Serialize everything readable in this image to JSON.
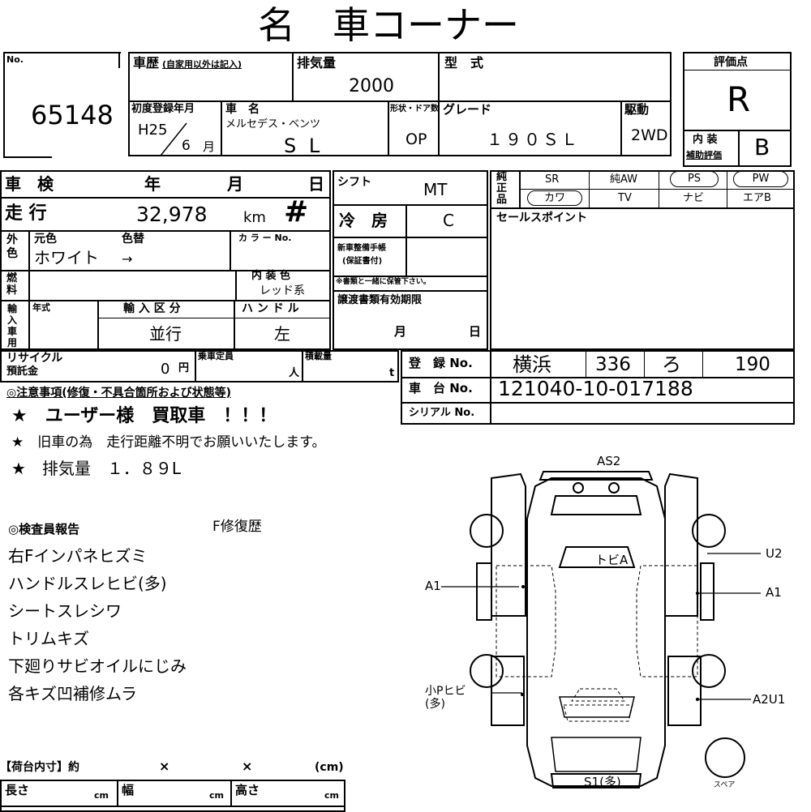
{
  "title": "名　車コーナー",
  "lot": {
    "label": "No.",
    "number": "65148"
  },
  "history": {
    "label": "車歴",
    "note": "(自家用以外は記入)"
  },
  "displacement": {
    "label": "排気量",
    "value": "2000"
  },
  "model": {
    "label": "型　式",
    "value": ""
  },
  "score": {
    "label": "評価点",
    "value": "R",
    "interior_label_1": "内 装",
    "interior_label_2": "補助評価",
    "interior_value": "B"
  },
  "first_reg": {
    "label": "初度登録年月",
    "era_year": "H25",
    "month": "6",
    "month_unit": "月"
  },
  "car_name": {
    "label": "車　名",
    "maker": "メルセデス・ベンツ",
    "name": "S L"
  },
  "doors": {
    "label": "形状・ドア数",
    "value": "OP"
  },
  "grade": {
    "label": "グレード",
    "value": "１９０ＳＬ"
  },
  "drive": {
    "label": "駆動",
    "value": "2WD"
  },
  "inspection": {
    "label": "車　検",
    "year": "年",
    "month": "月",
    "day": "日"
  },
  "shift": {
    "label": "シフト",
    "value": "MT"
  },
  "equipment": {
    "label": "純正品",
    "items": [
      "SR",
      "純AW",
      "PS",
      "PW",
      "カワ",
      "TV",
      "ナビ",
      "エアB"
    ]
  },
  "mileage": {
    "label": "走 行",
    "value": "32,978",
    "unit": "km",
    "mark": "#"
  },
  "aircon": {
    "label": "冷　房",
    "value": "C"
  },
  "sales_point": {
    "label": "セールスポイント"
  },
  "color": {
    "side_label": "外色",
    "orig_label": "元色",
    "change_label": "色替",
    "color_no_label": "カ ラ ー No.",
    "value": "ホワイト",
    "arrow": "→"
  },
  "service_book": {
    "label_1": "新車整備手帳",
    "label_2": "(保証書付)",
    "note": "※書類と一緒に保管下さい。"
  },
  "fuel": {
    "label": "燃料",
    "interior_label": "内 装 色",
    "interior_value": "レッド系"
  },
  "transfer": {
    "label": "譲渡書類有効期限",
    "month": "月",
    "day": "日"
  },
  "import": {
    "label": "輸入車用",
    "year_label": "年式",
    "kind_label": "輸 入 区 分",
    "kind_value": "並行",
    "handle_label": "ハ ン ド ル",
    "handle_value": "左"
  },
  "recycle": {
    "label_1": "リサイクル",
    "label_2": "預託金",
    "value": "0",
    "unit": "円"
  },
  "capacity": {
    "label": "乗車定員",
    "unit": "人"
  },
  "load": {
    "label": "積載量",
    "unit": "t"
  },
  "registration": {
    "label": "登　録 No.",
    "area": "横浜",
    "class": "336",
    "kana": "ろ",
    "number": "190"
  },
  "chassis": {
    "label": "車　台 No.",
    "value": "121040-10-017188"
  },
  "serial": {
    "label": "シリアル No.",
    "value": ""
  },
  "notes": {
    "label": "◎注意事項(修復・不具合箇所および状態等)",
    "lines": [
      "★　ユーザー様　買取車　！！！",
      "★　旧車の為　走行距離不明でお願いいたします。",
      "★　排気量　１．８９L"
    ]
  },
  "report": {
    "label": "◎検査員報告",
    "repair_history": "F修復歴",
    "lines": [
      "右Fインパネヒズミ",
      "ハンドルスレヒビ(多)",
      "シートスレシワ",
      "トリムキズ",
      "下廻りサビオイルにじみ",
      "各キズ凹補修ムラ"
    ]
  },
  "cargo": {
    "label": "【荷台内寸】約",
    "x1": "×",
    "x2": "×",
    "unit": "(cm)",
    "length_label": "長さ",
    "width_label": "幅",
    "height_label": "高さ",
    "cm": "cm"
  },
  "diagram": {
    "as2": "AS2",
    "tobi_a": "トビA",
    "a1_left": "A1",
    "a1_right": "A1",
    "u2": "U2",
    "small_p_1": "小Pヒビ",
    "small_p_2": "(多)",
    "a2u1": "A2U1",
    "s1": "S1(多)",
    "spare": "スペア"
  }
}
